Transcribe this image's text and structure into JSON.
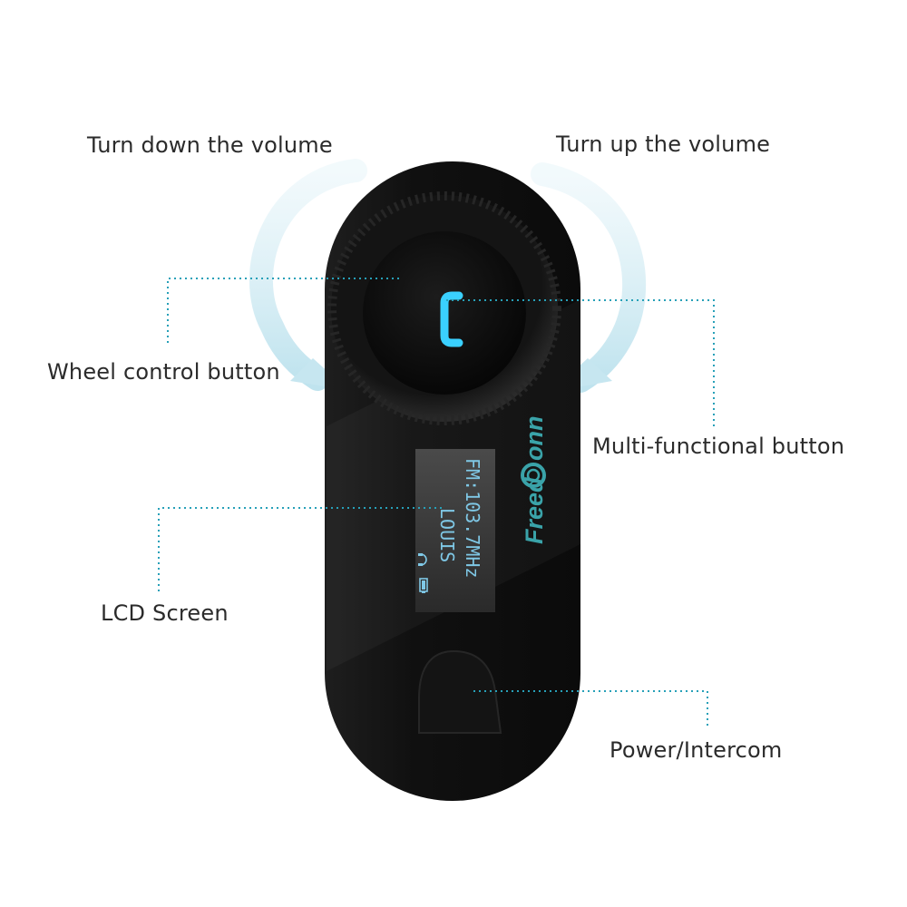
{
  "labels": {
    "turn_down": "Turn down the volume",
    "turn_up": "Turn up the volume",
    "wheel_control": "Wheel control button",
    "multi_functional": "Multi-functional button",
    "lcd_screen": "LCD Screen",
    "power_intercom": "Power/Intercom"
  },
  "lcd": {
    "line1": "LOUIS",
    "line2": "FM:103.7MHz"
  },
  "brand": {
    "logo_part1": "Freed",
    "logo_part2": "onn"
  },
  "colors": {
    "leader_line": "#27a0b8",
    "arrow": "#cfe9f1",
    "device_body": "#121212",
    "button_glow": "#3ad0ff",
    "lcd_text": "#7fc8e6",
    "logo": "#3aa3a9"
  },
  "icons": {
    "phone": "phone-icon",
    "battery": "battery-icon",
    "headset": "headset-icon",
    "logo": "freedconn-logo"
  }
}
